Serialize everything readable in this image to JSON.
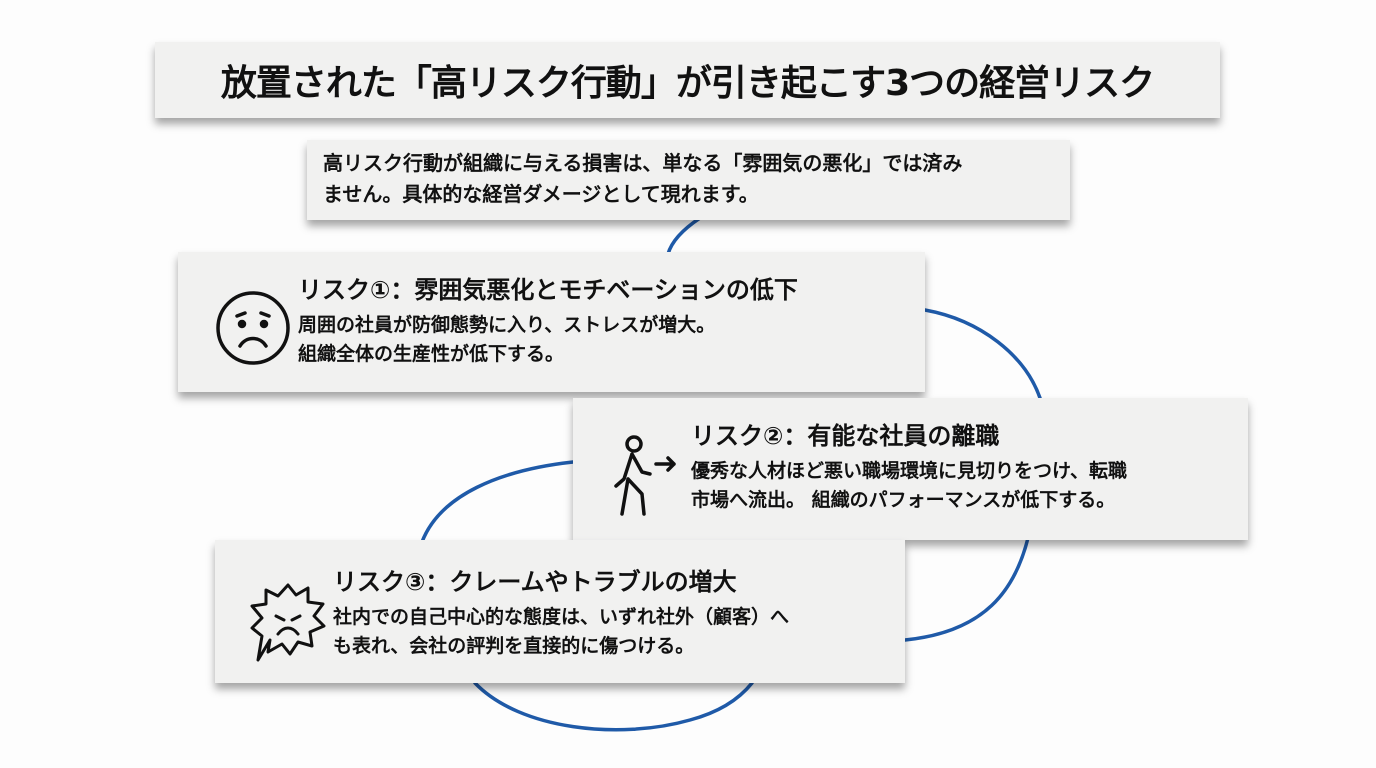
{
  "title": "放置された「高リスク行動」が引き起こす3つの経営リスク",
  "intro": {
    "line1": "高リスク行動が組織に与える損害は、単なる「雰囲気の悪化」では済み",
    "line2": "ません。具体的な経営ダメージとして現れます。"
  },
  "risks": [
    {
      "icon": "worried-face-icon",
      "heading": "リスク①：雰囲気悪化とモチベーションの低下",
      "line1": "周囲の社員が防御態勢に入り、ストレスが増大。",
      "line2": "組織全体の生産性が低下する。"
    },
    {
      "icon": "walking-person-exit-icon",
      "heading": "リスク②：有能な社員の離職",
      "line1": "優秀な人材ほど悪い職場環境に見切りをつけ、転職",
      "line2": "市場へ流出。 組織のパフォーマンスが低下する。"
    },
    {
      "icon": "angry-speech-burst-icon",
      "heading": "リスク③：クレームやトラブルの増大",
      "line1": "社内での自己中心的な態度は、いずれ社外（顧客）へ",
      "line2": "も表れ、会社の評判を直接的に傷つける。"
    }
  ],
  "colors": {
    "loop": "#1f5aa8",
    "card": "#f1f1f0"
  }
}
